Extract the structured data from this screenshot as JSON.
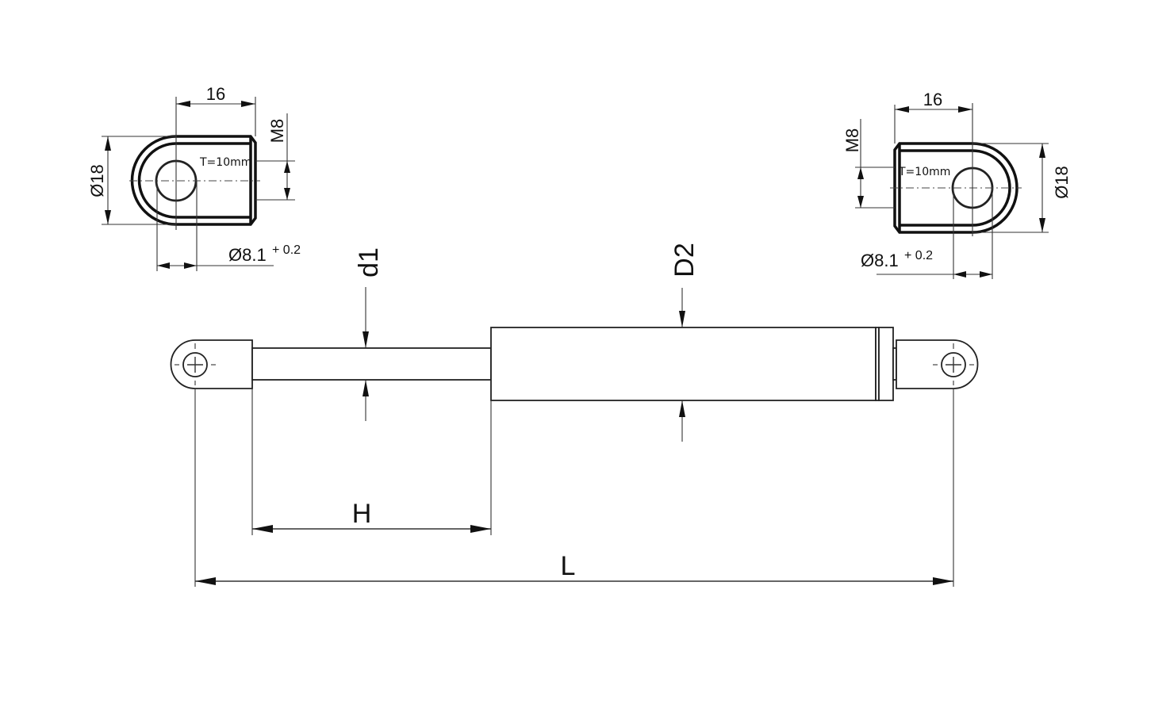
{
  "drawing": {
    "title": "Gas spring dimension drawing with eye end fittings",
    "left_eye_detail": {
      "width_label": "16",
      "thread_label": "M8",
      "outer_diameter_label": "Ø18",
      "depth_label": "T=10mm",
      "hole_diameter_label": "Ø8.1",
      "hole_tolerance_label": "+ 0.2"
    },
    "right_eye_detail": {
      "width_label": "16",
      "thread_label": "M8",
      "outer_diameter_label": "Ø18",
      "depth_label": "T=10mm",
      "hole_diameter_label": "Ø8.1",
      "hole_tolerance_label": "+ 0.2"
    },
    "main_view": {
      "rod_diameter_label": "d1",
      "tube_diameter_label": "D2",
      "stroke_label": "H",
      "length_label": "L"
    }
  },
  "colors": {
    "line": "#111111",
    "background": "#ffffff"
  }
}
